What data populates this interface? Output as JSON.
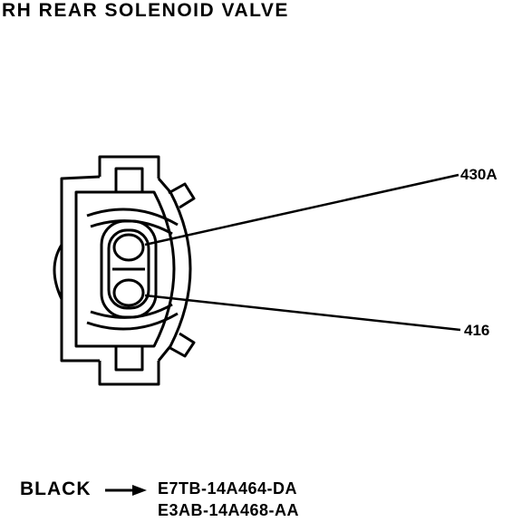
{
  "title": "RH REAR SOLENOID VALVE",
  "pins": [
    {
      "circuit": "430A"
    },
    {
      "circuit": "416"
    }
  ],
  "legend": {
    "color": "BLACK",
    "part_numbers": [
      "E7TB-14A464-DA",
      "E3AB-14A468-AA"
    ]
  }
}
